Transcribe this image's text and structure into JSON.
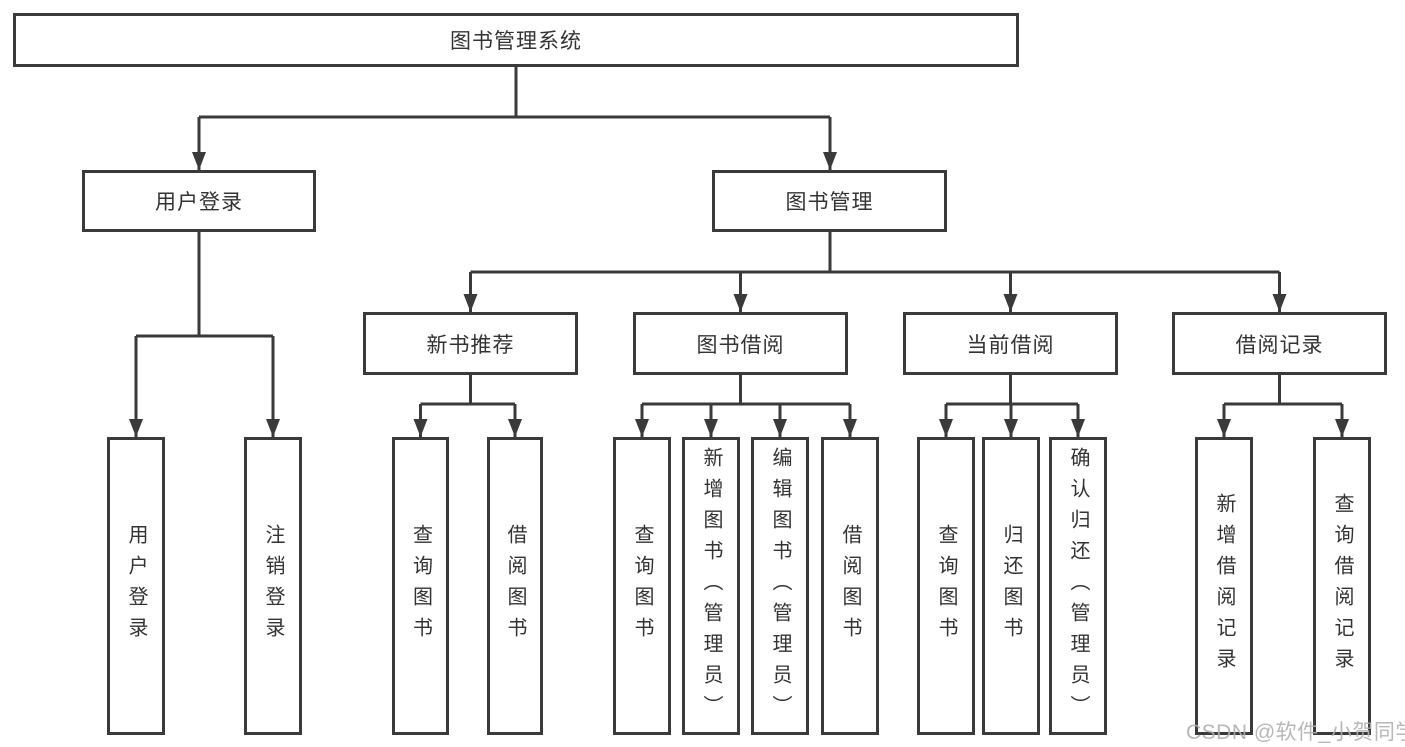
{
  "tree": {
    "label": "图书管理系统",
    "children": [
      {
        "label": "用户登录",
        "children": [
          {
            "label": "用户登录"
          },
          {
            "label": "注销登录"
          }
        ]
      },
      {
        "label": "图书管理",
        "children": [
          {
            "label": "新书推荐",
            "children": [
              {
                "label": "查询图书"
              },
              {
                "label": "借阅图书"
              }
            ]
          },
          {
            "label": "图书借阅",
            "children": [
              {
                "label": "查询图书"
              },
              {
                "label": "新增图书（管理员）"
              },
              {
                "label": "编辑图书（管理员）"
              },
              {
                "label": "借阅图书"
              }
            ]
          },
          {
            "label": "当前借阅",
            "children": [
              {
                "label": "查询图书"
              },
              {
                "label": "归还图书"
              },
              {
                "label": "确认归还（管理员）"
              }
            ]
          },
          {
            "label": "借阅记录",
            "children": [
              {
                "label": "新增借阅记录"
              },
              {
                "label": "查询借阅记录"
              }
            ]
          }
        ]
      }
    ]
  },
  "watermark": {
    "text": "CSDN @软件_小贺同学"
  },
  "colors": {
    "line": "#3a3a3a",
    "border": "#3a3a3a",
    "text": "#333333",
    "watermark": "#afafaf",
    "background": "#ffffff"
  }
}
